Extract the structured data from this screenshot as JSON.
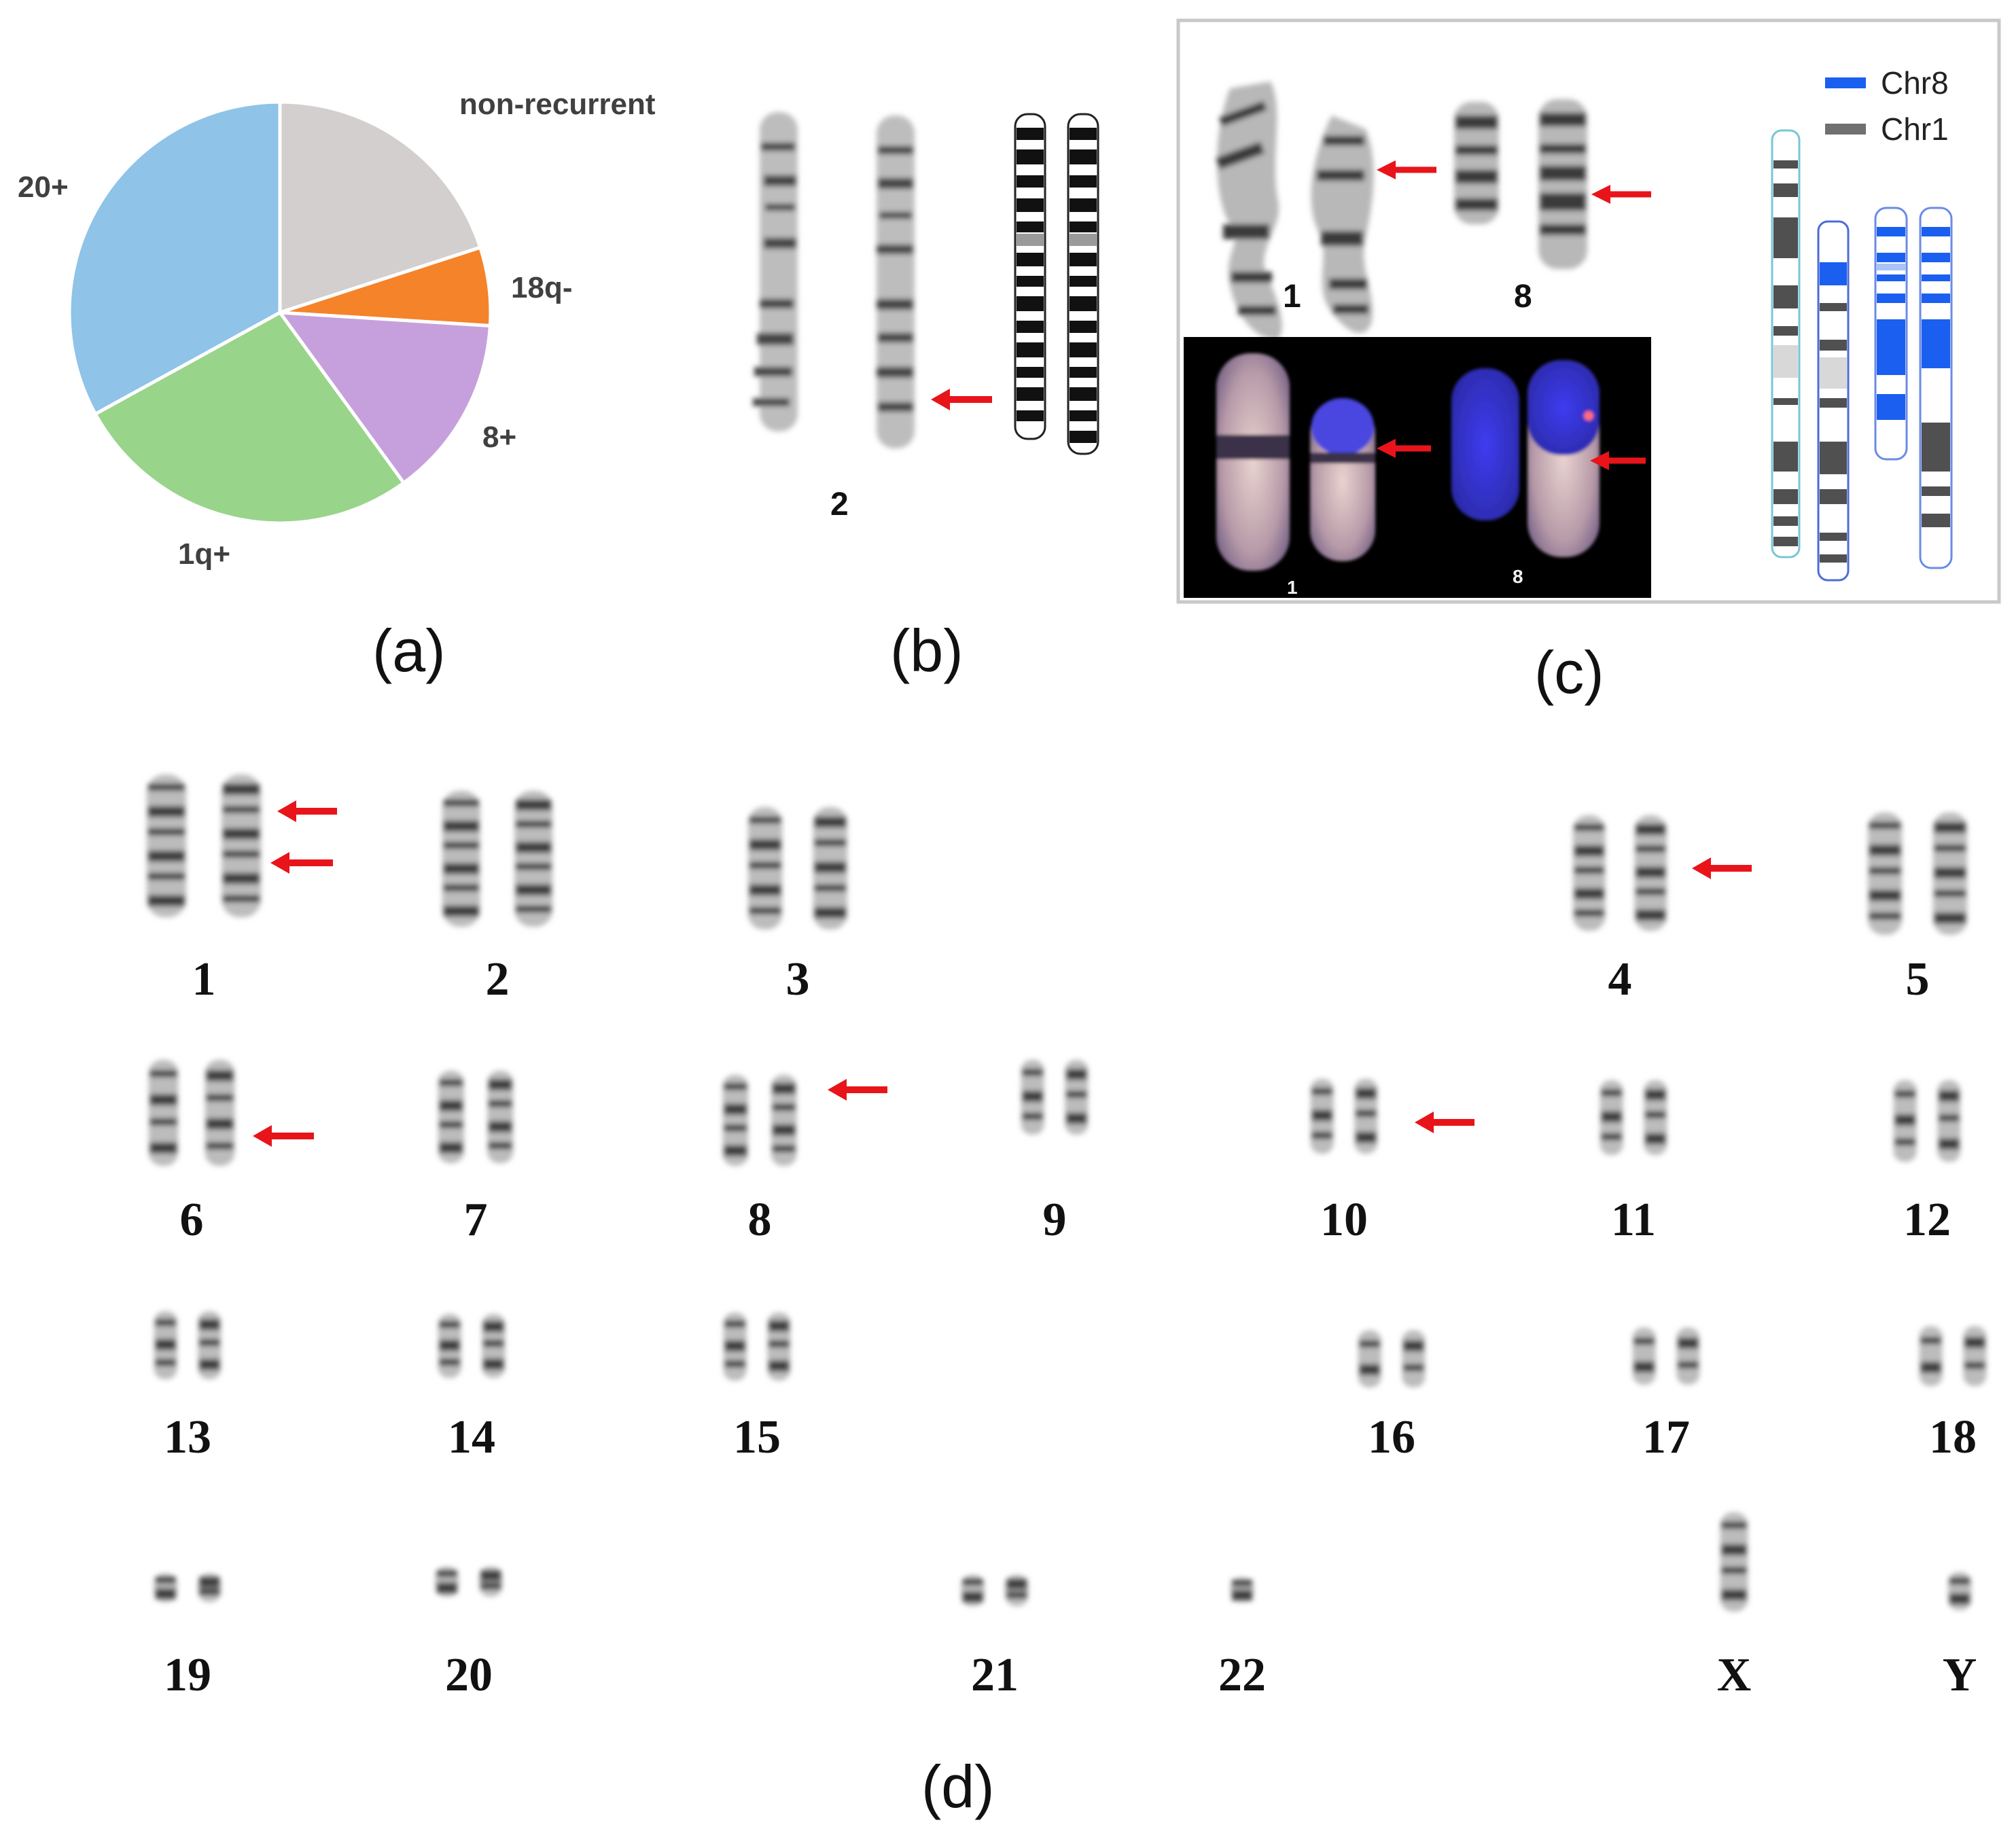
{
  "panel_labels": {
    "a": "(a)",
    "b": "(b)",
    "c": "(c)",
    "d": "(d)"
  },
  "chart_data": {
    "type": "pie",
    "slices": [
      {
        "label": "non-recurrent",
        "value": 20,
        "color": "#d3cfcf"
      },
      {
        "label": "18q-",
        "value": 6,
        "color": "#f5832a"
      },
      {
        "label": "8+",
        "value": 14,
        "color": "#c6a0dc"
      },
      {
        "label": "1q+",
        "value": 27,
        "color": "#98d48a"
      },
      {
        "label": "20+",
        "value": 33,
        "color": "#8fc3e8"
      }
    ]
  },
  "panel_b": {
    "chromosome_label": "2"
  },
  "panel_c": {
    "gbanded_labels": [
      "1",
      "8"
    ],
    "fish_labels": [
      "1",
      "8"
    ],
    "legend": [
      {
        "label": "Chr8",
        "color": "#1a5ff0"
      },
      {
        "label": "Chr1",
        "color": "#707070"
      }
    ]
  },
  "karyotype": {
    "labels": [
      "1",
      "2",
      "3",
      "4",
      "5",
      "6",
      "7",
      "8",
      "9",
      "10",
      "11",
      "12",
      "13",
      "14",
      "15",
      "16",
      "17",
      "18",
      "19",
      "20",
      "21",
      "22",
      "X",
      "Y"
    ]
  },
  "colors": {
    "arrow": "#e8141a",
    "band_dark": "#1a1a1a"
  }
}
